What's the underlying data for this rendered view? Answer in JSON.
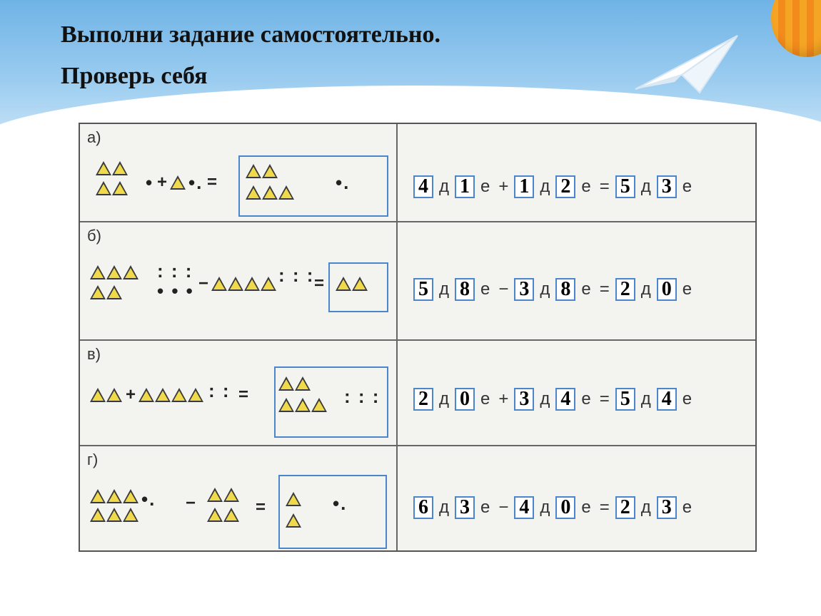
{
  "header": {
    "line1": "Выполни задание самостоятельно.",
    "line2": "Проверь себя"
  },
  "task": {
    "rows": [
      {
        "label": "а)",
        "a_tens": "4",
        "a_units": "1",
        "op": "+",
        "b_tens": "1",
        "b_units": "2",
        "r_tens": "5",
        "r_units": "3"
      },
      {
        "label": "б)",
        "a_tens": "5",
        "a_units": "8",
        "op": "−",
        "b_tens": "3",
        "b_units": "8",
        "r_tens": "2",
        "r_units": "0"
      },
      {
        "label": "в)",
        "a_tens": "2",
        "a_units": "0",
        "op": "+",
        "b_tens": "3",
        "b_units": "4",
        "r_tens": "5",
        "r_units": "4"
      },
      {
        "label": "г)",
        "a_tens": "6",
        "a_units": "3",
        "op": "−",
        "b_tens": "4",
        "b_units": "0",
        "r_tens": "2",
        "r_units": "3"
      }
    ],
    "tens_unit": "д",
    "units_unit": "е",
    "equals": "=",
    "pic_ops": {
      "plus": "+",
      "minus": "−",
      "eq": "="
    }
  },
  "colors": {
    "triangle_fill": "#f0d94a",
    "box_border": "#4a86c9",
    "sky": "#6fb3e6"
  }
}
